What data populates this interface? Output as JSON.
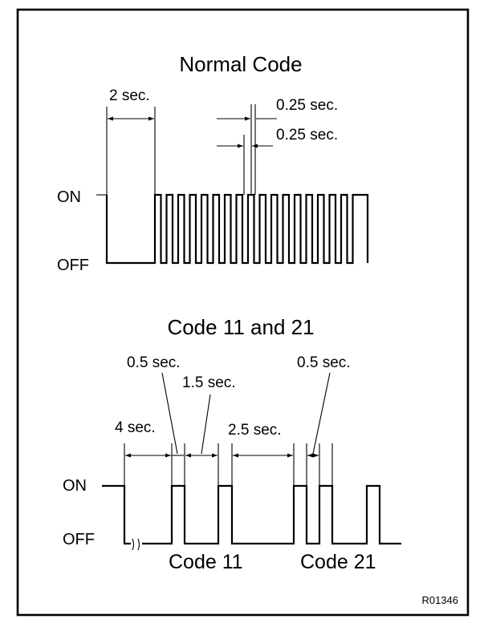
{
  "normal": {
    "title": "Normal Code",
    "on_label": "ON",
    "off_label": "OFF",
    "dim_2sec": "2 sec.",
    "dim_025_a": "0.25 sec.",
    "dim_025_b": "0.25 sec."
  },
  "codes": {
    "title": "Code 11 and 21",
    "on_label": "ON",
    "off_label": "OFF",
    "dim_05_first": "0.5 sec.",
    "dim_15": "1.5 sec.",
    "dim_4": "4 sec.",
    "dim_25": "2.5 sec.",
    "dim_05_second": "0.5 sec.",
    "code11_label": "Code 11",
    "code21_label": "Code 21"
  },
  "figure_id": "R01346"
}
